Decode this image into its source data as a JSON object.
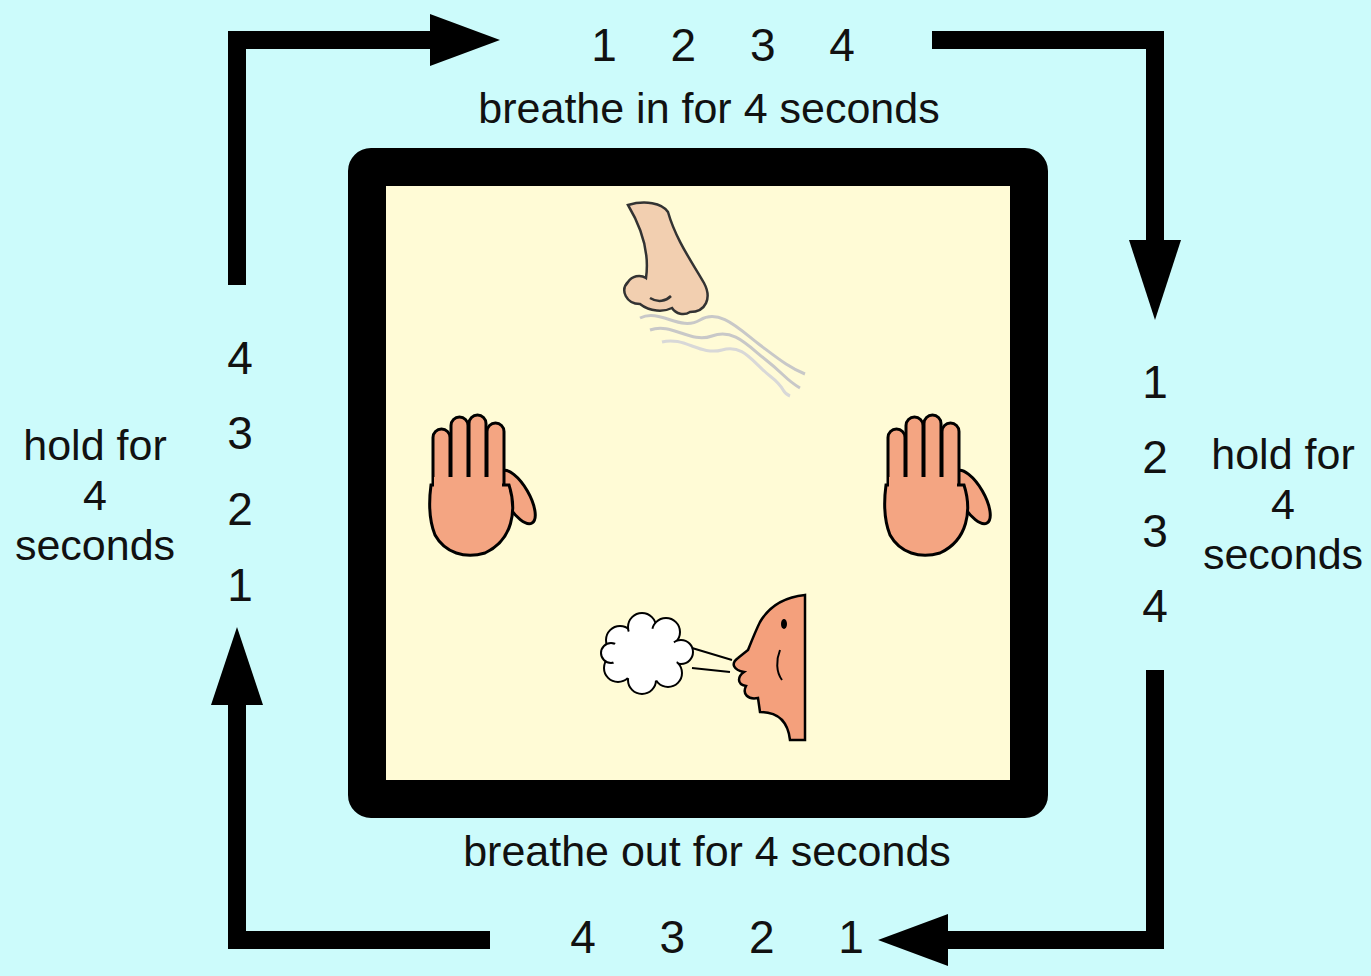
{
  "diagram": {
    "labels": [
      "1 2 3 4",
      "breathe in for 4 seconds",
      "1 2 3 4",
      "hold for 4 seconds",
      "4 3 2 1",
      "breathe out for 4 seconds",
      "4 3 2 1",
      "hold for 4 seconds"
    ]
  }
}
